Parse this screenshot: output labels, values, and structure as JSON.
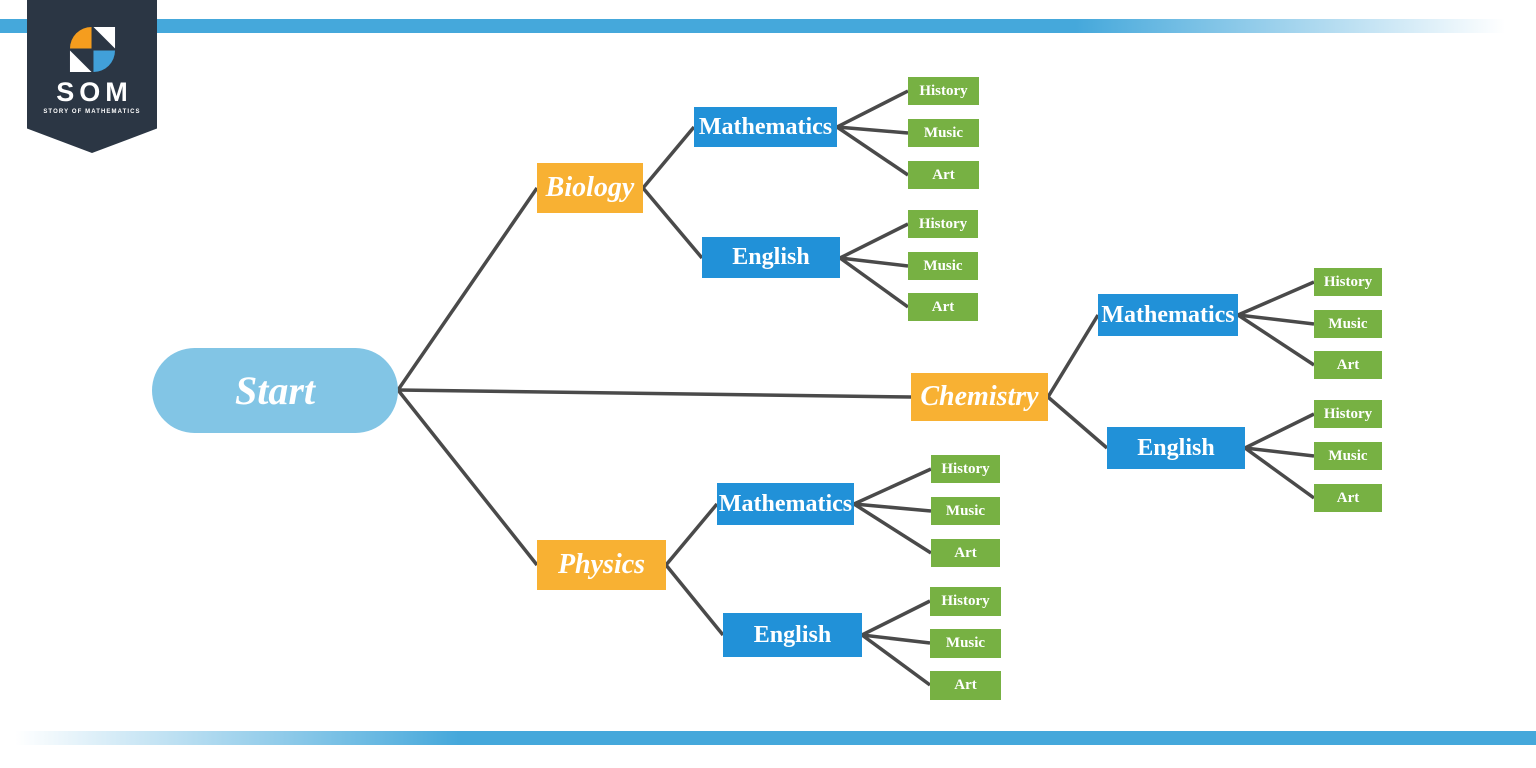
{
  "logo": {
    "acronym": "SOM",
    "tagline": "STORY OF MATHEMATICS",
    "icon": "pinwheel-icon"
  },
  "tree": {
    "root": {
      "label": "Start"
    },
    "branches": [
      {
        "label": "Biology",
        "children": [
          {
            "label": "Mathematics",
            "leaves": [
              "History",
              "Music",
              "Art"
            ]
          },
          {
            "label": "English",
            "leaves": [
              "History",
              "Music",
              "Art"
            ]
          }
        ]
      },
      {
        "label": "Chemistry",
        "children": [
          {
            "label": "Mathematics",
            "leaves": [
              "History",
              "Music",
              "Art"
            ]
          },
          {
            "label": "English",
            "leaves": [
              "History",
              "Music",
              "Art"
            ]
          }
        ]
      },
      {
        "label": "Physics",
        "children": [
          {
            "label": "Mathematics",
            "leaves": [
              "History",
              "Music",
              "Art"
            ]
          },
          {
            "label": "English",
            "leaves": [
              "History",
              "Music",
              "Art"
            ]
          }
        ]
      }
    ]
  },
  "colors": {
    "accent_blue": "#2191d8",
    "accent_orange": "#f8b133",
    "accent_green": "#77b143",
    "start_fill": "#82c5e5",
    "bar_blue": "#45a8db",
    "banner_navy": "#2b3644",
    "line_gray": "#4a4a4a",
    "logo_orange": "#f59d1e",
    "logo_blue": "#41a0d9"
  }
}
